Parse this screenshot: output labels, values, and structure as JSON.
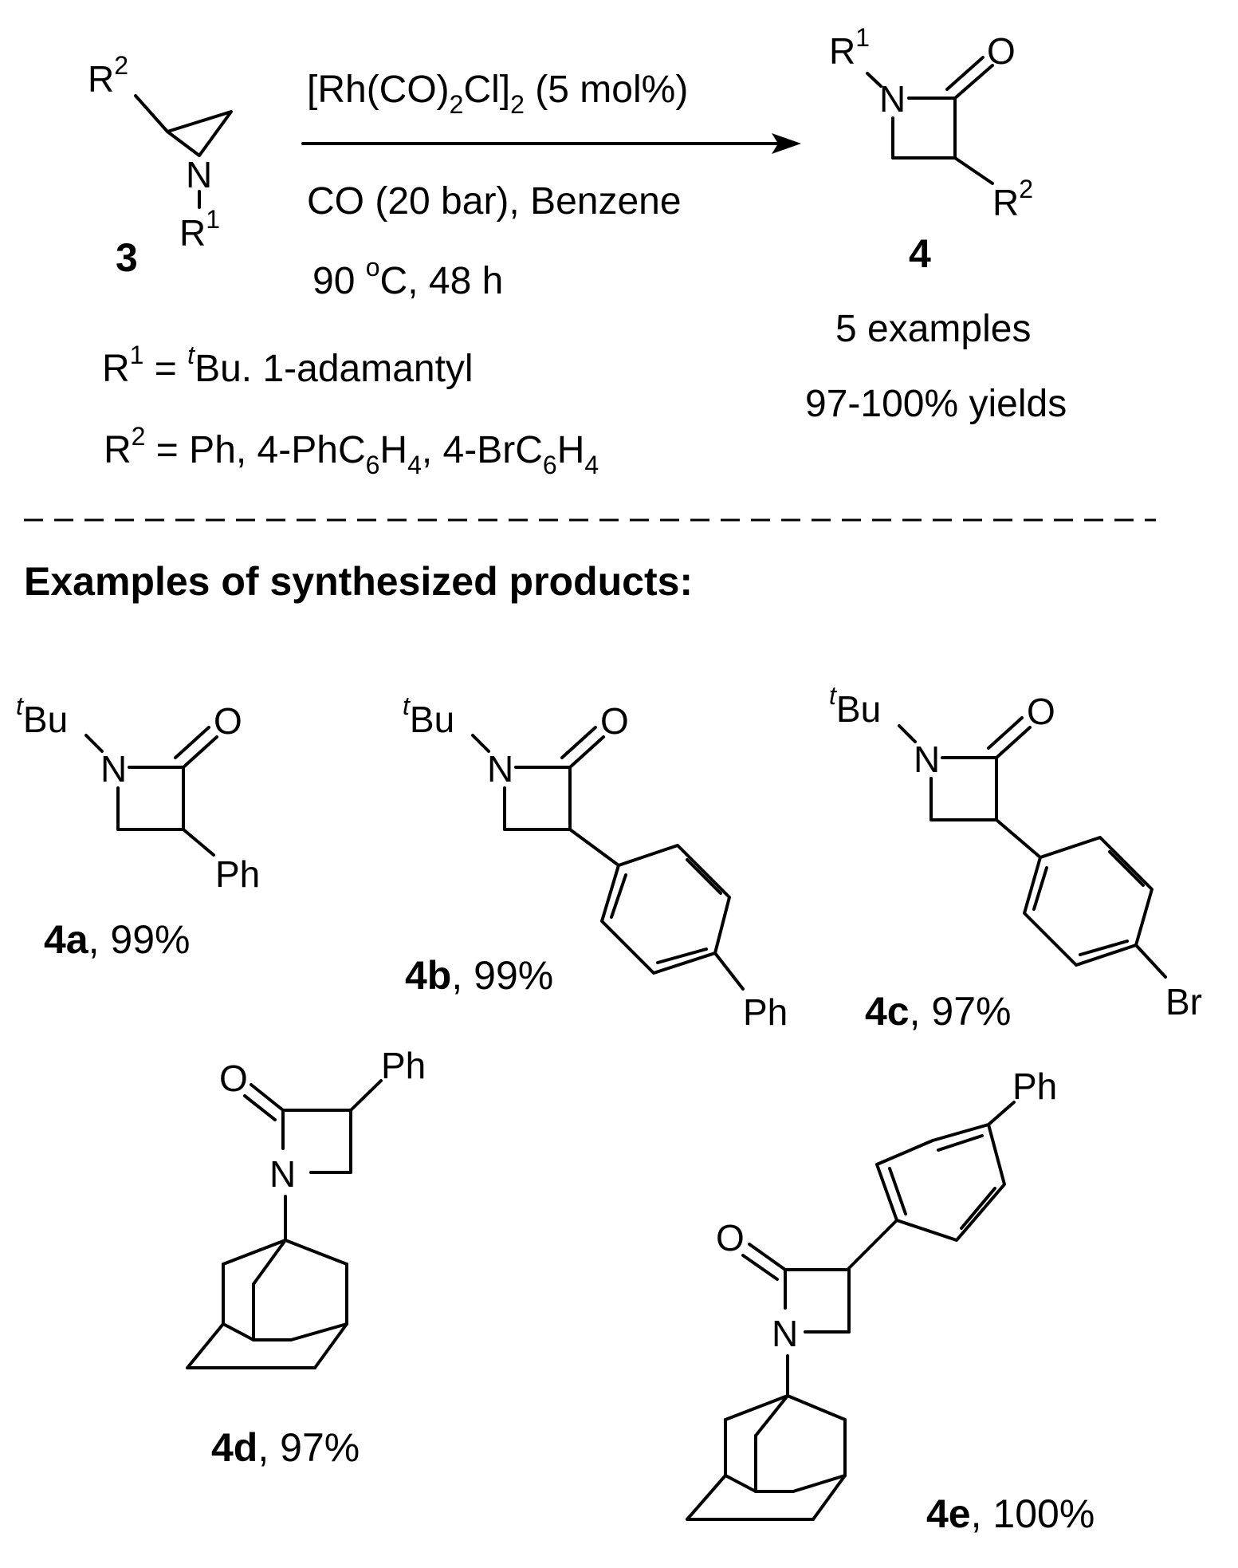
{
  "reaction": {
    "reactant": {
      "id": "3",
      "r2": "R",
      "r2_sup": "2",
      "n": "N",
      "r1": "R",
      "r1_sup": "1"
    },
    "product": {
      "id": "4",
      "r1": "R",
      "r1_sup": "1",
      "n": "N",
      "o": "O",
      "r2": "R",
      "r2_sup": "2"
    },
    "catalyst": {
      "open": "[Rh(CO)",
      "sub1": "2",
      "mid": "Cl]",
      "sub2": "2",
      "tail": " (5 mol%)"
    },
    "conditions_line2": "CO (20 bar), Benzene",
    "conditions_line3": {
      "temp": "90 ",
      "deg": "o",
      "unit_time": "C, 48 h"
    },
    "r1_def": {
      "r": "R",
      "sup": "1",
      "eq": " = ",
      "t": "t",
      "rest": "Bu. 1-adamantyl"
    },
    "r2_def": {
      "r": "R",
      "sup": "2",
      "eq": " = Ph, 4-PhC",
      "s1": "6",
      "h1": "H",
      "s2": "4",
      "mid": ", 4-BrC",
      "s3": "6",
      "h2": "H",
      "s4": "4"
    },
    "summary": {
      "examples": "5 examples",
      "yields": "97-100% yields"
    }
  },
  "section_title": "Examples of synthesized products:",
  "products": [
    {
      "id": "4a",
      "yield": ", 99%",
      "t": "t",
      "bu": "Bu",
      "n": "N",
      "o": "O",
      "sub": "Ph"
    },
    {
      "id": "4b",
      "yield": ", 99%",
      "t": "t",
      "bu": "Bu",
      "n": "N",
      "o": "O",
      "sub": "Ph"
    },
    {
      "id": "4c",
      "yield": ", 97%",
      "t": "t",
      "bu": "Bu",
      "n": "N",
      "o": "O",
      "sub": "Br"
    },
    {
      "id": "4d",
      "yield": ", 97%",
      "n": "N",
      "o": "O",
      "sub": "Ph"
    },
    {
      "id": "4e",
      "yield": ", 100%",
      "n": "N",
      "o": "O",
      "sub": "Ph"
    }
  ]
}
